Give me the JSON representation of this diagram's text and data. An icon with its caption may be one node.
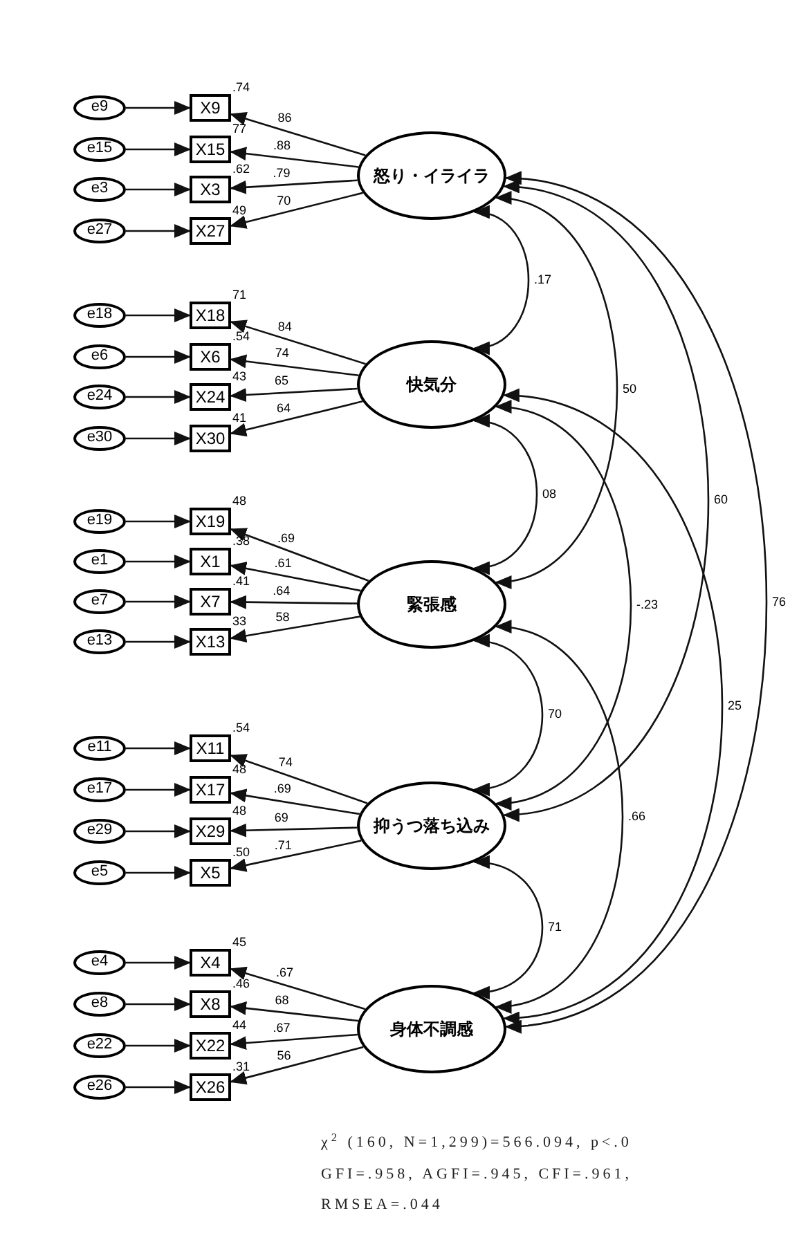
{
  "diagram": {
    "nodes": [
      {
        "text": [
          "e9"
        ]
      },
      {
        "text": [
          "X9"
        ],
        "beside": [
          ".74"
        ]
      },
      {
        "text": [
          "e15"
        ]
      },
      {
        "text": [
          "X15"
        ],
        "beside": [
          "77"
        ]
      },
      {
        "text": [
          "e3"
        ]
      },
      {
        "text": [
          "X3"
        ],
        "beside": [
          ".62"
        ]
      },
      {
        "text": [
          "e27"
        ]
      },
      {
        "text": [
          "X27"
        ],
        "beside": [
          "49"
        ]
      },
      {
        "text": [
          "怒り・イライラ"
        ]
      },
      {
        "text": [
          "e18"
        ]
      },
      {
        "text": [
          "X18"
        ],
        "beside": [
          "71"
        ]
      },
      {
        "text": [
          "e6"
        ]
      },
      {
        "text": [
          "X6"
        ],
        "beside": [
          ".54"
        ]
      },
      {
        "text": [
          "e24"
        ]
      },
      {
        "text": [
          "X24"
        ],
        "beside": [
          "43"
        ]
      },
      {
        "text": [
          "e30"
        ]
      },
      {
        "text": [
          "X30"
        ],
        "beside": [
          "41"
        ]
      },
      {
        "text": [
          "快気分"
        ]
      },
      {
        "text": [
          "e19"
        ]
      },
      {
        "text": [
          "X19"
        ],
        "beside": [
          "48"
        ]
      },
      {
        "text": [
          "e1"
        ]
      },
      {
        "text": [
          "X1"
        ],
        "beside": [
          ".38"
        ]
      },
      {
        "text": [
          "e7"
        ]
      },
      {
        "text": [
          "X7"
        ],
        "beside": [
          ".41"
        ]
      },
      {
        "text": [
          "e13"
        ]
      },
      {
        "text": [
          "X13"
        ],
        "beside": [
          "33"
        ]
      },
      {
        "text": [
          "緊張感"
        ]
      },
      {
        "text": [
          "e11"
        ]
      },
      {
        "text": [
          "X11"
        ],
        "beside": [
          ".54"
        ]
      },
      {
        "text": [
          "e17"
        ]
      },
      {
        "text": [
          "X17"
        ],
        "beside": [
          "48"
        ]
      },
      {
        "text": [
          "e29"
        ]
      },
      {
        "text": [
          "X29"
        ],
        "beside": [
          "48"
        ]
      },
      {
        "text": [
          "e5"
        ]
      },
      {
        "text": [
          "X5"
        ],
        "beside": [
          ".50"
        ]
      },
      {
        "text": [
          "抑うつ落ち込み"
        ]
      },
      {
        "text": [
          "e4"
        ]
      },
      {
        "text": [
          "X4"
        ],
        "beside": [
          "45"
        ]
      },
      {
        "text": [
          "e8"
        ]
      },
      {
        "text": [
          "X8"
        ],
        "beside": [
          ".46"
        ]
      },
      {
        "text": [
          "e22"
        ]
      },
      {
        "text": [
          "X22"
        ],
        "beside": [
          "44"
        ]
      },
      {
        "text": [
          "e26"
        ]
      },
      {
        "text": [
          "X26"
        ],
        "beside": [
          ".31"
        ]
      },
      {
        "text": [
          "身体不調感"
        ]
      }
    ],
    "edges": [
      {
        "from": 0,
        "to": 1,
        "arrow": "to"
      },
      {
        "from": 2,
        "to": 3,
        "arrow": "to"
      },
      {
        "from": 4,
        "to": 5,
        "arrow": "to"
      },
      {
        "from": 6,
        "to": 7,
        "arrow": "to"
      },
      {
        "from": 8,
        "to": 1,
        "arrow": "to",
        "label": "86"
      },
      {
        "from": 8,
        "to": 3,
        "arrow": "to",
        "label": ".88"
      },
      {
        "from": 8,
        "to": 5,
        "arrow": "to",
        "label": ".79"
      },
      {
        "from": 8,
        "to": 7,
        "arrow": "to",
        "label": "70"
      },
      {
        "from": 9,
        "to": 10,
        "arrow": "to"
      },
      {
        "from": 11,
        "to": 12,
        "arrow": "to"
      },
      {
        "from": 13,
        "to": 14,
        "arrow": "to"
      },
      {
        "from": 15,
        "to": 16,
        "arrow": "to"
      },
      {
        "from": 17,
        "to": 10,
        "arrow": "to",
        "label": "84"
      },
      {
        "from": 17,
        "to": 12,
        "arrow": "to",
        "label": "74"
      },
      {
        "from": 17,
        "to": 14,
        "arrow": "to",
        "label": "65"
      },
      {
        "from": 17,
        "to": 16,
        "arrow": "to",
        "label": "64"
      },
      {
        "from": 18,
        "to": 19,
        "arrow": "to"
      },
      {
        "from": 20,
        "to": 21,
        "arrow": "to"
      },
      {
        "from": 22,
        "to": 23,
        "arrow": "to"
      },
      {
        "from": 24,
        "to": 25,
        "arrow": "to"
      },
      {
        "from": 26,
        "to": 19,
        "arrow": "to",
        "label": ".69"
      },
      {
        "from": 26,
        "to": 21,
        "arrow": "to",
        "label": ".61"
      },
      {
        "from": 26,
        "to": 23,
        "arrow": "to",
        "label": ".64"
      },
      {
        "from": 26,
        "to": 25,
        "arrow": "to",
        "label": "58"
      },
      {
        "from": 27,
        "to": 28,
        "arrow": "to"
      },
      {
        "from": 29,
        "to": 30,
        "arrow": "to"
      },
      {
        "from": 31,
        "to": 32,
        "arrow": "to"
      },
      {
        "from": 33,
        "to": 34,
        "arrow": "to"
      },
      {
        "from": 35,
        "to": 28,
        "arrow": "to",
        "label": "74"
      },
      {
        "from": 35,
        "to": 30,
        "arrow": "to",
        "label": ".69"
      },
      {
        "from": 35,
        "to": 32,
        "arrow": "to",
        "label": "69"
      },
      {
        "from": 35,
        "to": 34,
        "arrow": "to",
        "label": ".71"
      },
      {
        "from": 36,
        "to": 37,
        "arrow": "to"
      },
      {
        "from": 38,
        "to": 39,
        "arrow": "to"
      },
      {
        "from": 40,
        "to": 41,
        "arrow": "to"
      },
      {
        "from": 42,
        "to": 43,
        "arrow": "to"
      },
      {
        "from": 44,
        "to": 37,
        "arrow": "to",
        "label": ".67"
      },
      {
        "from": 44,
        "to": 39,
        "arrow": "to",
        "label": "68"
      },
      {
        "from": 44,
        "to": 41,
        "arrow": "to",
        "label": ".67"
      },
      {
        "from": 44,
        "to": 43,
        "arrow": "to",
        "label": "56"
      },
      {
        "from": 8,
        "to": 17,
        "arrow": "both",
        "label": ".17"
      },
      {
        "from": 17,
        "to": 26,
        "arrow": "both",
        "label": "08"
      },
      {
        "from": 26,
        "to": 35,
        "arrow": "both",
        "label": "70"
      },
      {
        "from": 35,
        "to": 44,
        "arrow": "both",
        "label": "71"
      },
      {
        "from": 8,
        "to": 26,
        "arrow": "both",
        "label": "50"
      },
      {
        "from": 17,
        "to": 35,
        "arrow": "both",
        "label": "-.23"
      },
      {
        "from": 26,
        "to": 44,
        "arrow": "both",
        "label": ".66"
      },
      {
        "from": 8,
        "to": 35,
        "arrow": "both",
        "label": "60"
      },
      {
        "from": 17,
        "to": 44,
        "arrow": "both",
        "label": "25"
      },
      {
        "from": 8,
        "to": 44,
        "arrow": "both",
        "label": "76"
      }
    ],
    "labels": [
      "χ$^{2}$ (160, N=1,299)=566.094, p<.0",
      "GFI=.958, AGFI=.945, CFI=.961,",
      "RMSEA=.044"
    ]
  }
}
